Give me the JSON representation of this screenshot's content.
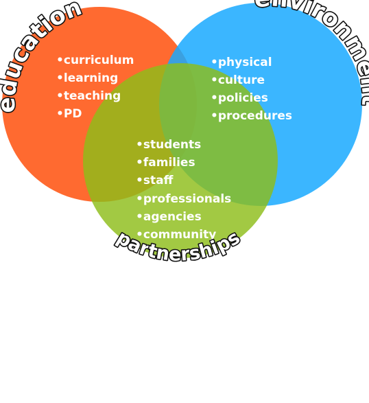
{
  "diagram": {
    "colors": {
      "education": "#ff5a1a",
      "environment": "#19a9ff",
      "partnerships": "#8dbd1a",
      "text": "#ffffff",
      "outline": "#111111"
    },
    "circles": [
      {
        "id": "education",
        "label": "education",
        "items": [
          "•curriculum",
          "•learning",
          "•teaching",
          "•PD"
        ]
      },
      {
        "id": "environment",
        "label": "environment",
        "items": [
          "•physical",
          "•culture",
          "•policies",
          "•procedures"
        ]
      },
      {
        "id": "partnerships",
        "label": "partnerships",
        "items": [
          "•students",
          "•families",
          "•staff",
          "•professionals",
          "•agencies",
          "•community"
        ]
      }
    ]
  }
}
